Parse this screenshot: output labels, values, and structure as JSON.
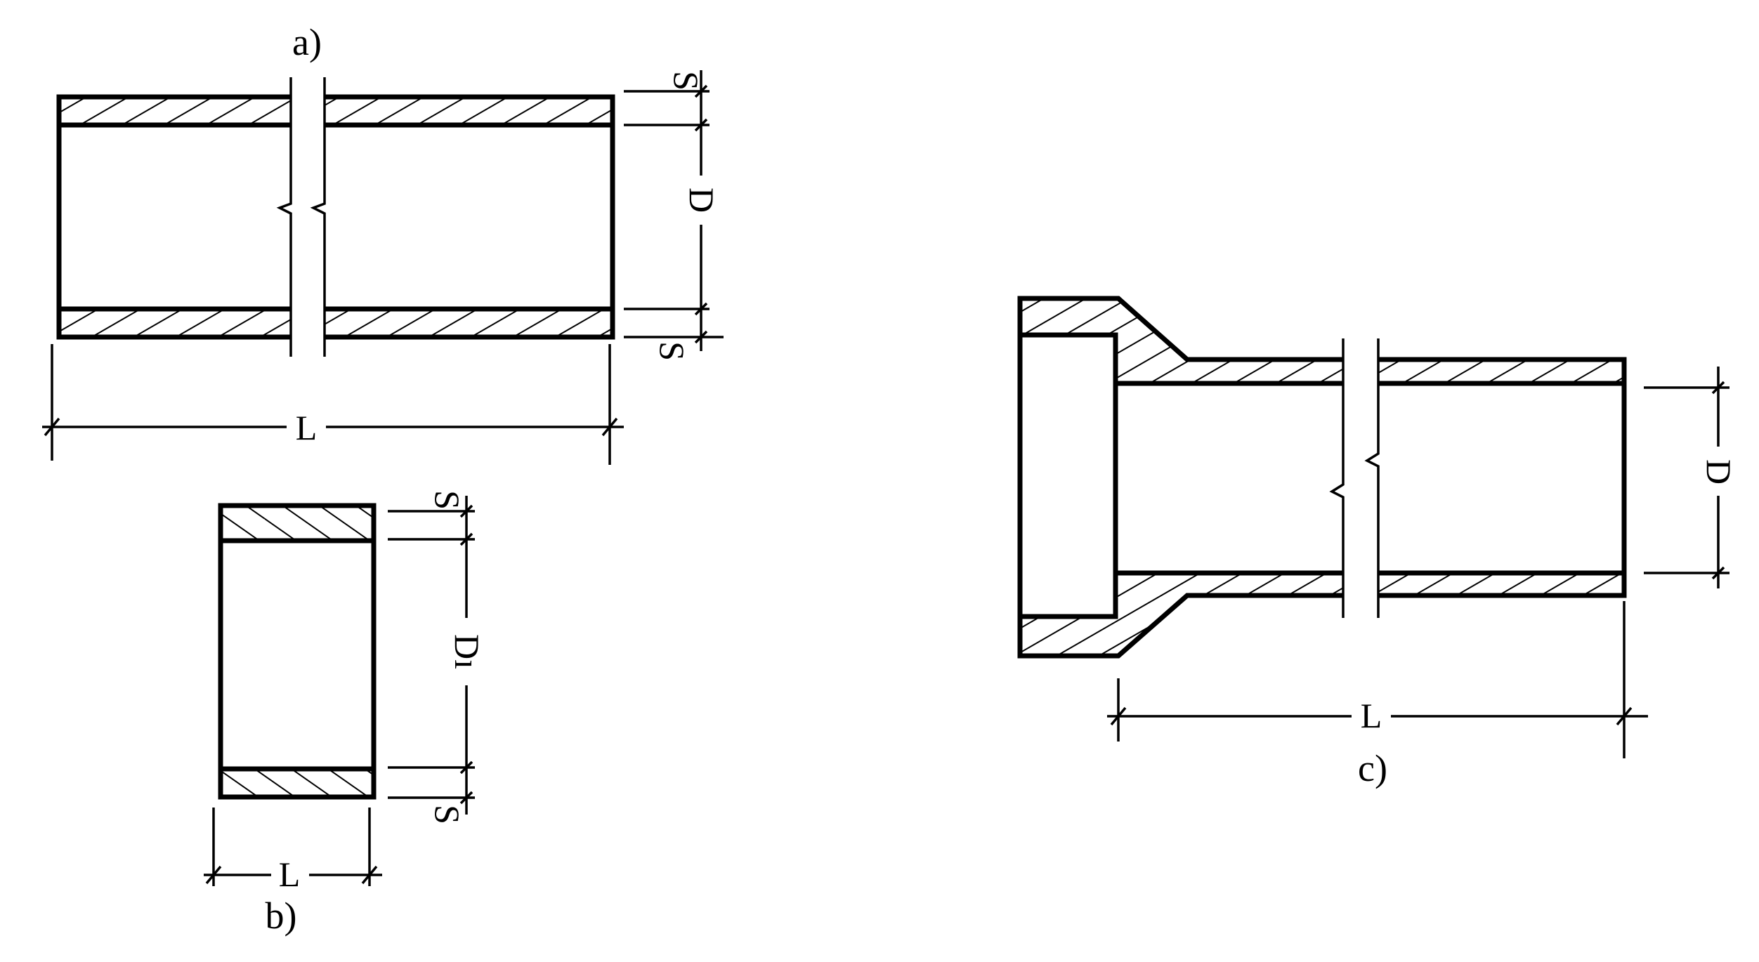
{
  "figure_a": {
    "caption": "a)",
    "labels": {
      "wall_top": "S",
      "inner_diameter": "D",
      "wall_bottom": "S",
      "length": "L"
    }
  },
  "figure_b": {
    "caption": "b)",
    "labels": {
      "wall_top": "S",
      "inner_diameter": "Dı",
      "wall_bottom": "S",
      "length": "L"
    }
  },
  "figure_c": {
    "caption": "c)",
    "labels": {
      "inner_diameter": "D",
      "length": "L"
    }
  }
}
